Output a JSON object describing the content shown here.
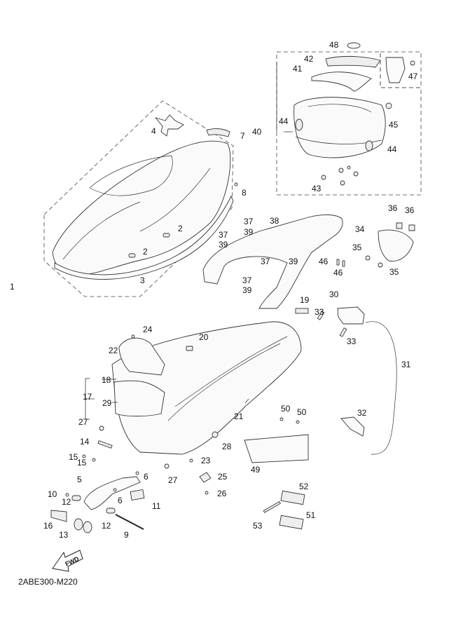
{
  "diagram": {
    "title_code": "2ABE300-M220",
    "fwd_label": "FWD",
    "callouts": [
      {
        "id": "c1",
        "text": "1"
      },
      {
        "id": "c2a",
        "text": "2"
      },
      {
        "id": "c2b",
        "text": "2"
      },
      {
        "id": "c3",
        "text": "3"
      },
      {
        "id": "c4",
        "text": "4"
      },
      {
        "id": "c5",
        "text": "5"
      },
      {
        "id": "c6a",
        "text": "6"
      },
      {
        "id": "c6b",
        "text": "6"
      },
      {
        "id": "c7",
        "text": "7"
      },
      {
        "id": "c8",
        "text": "8"
      },
      {
        "id": "c9",
        "text": "9"
      },
      {
        "id": "c10",
        "text": "10"
      },
      {
        "id": "c11",
        "text": "11"
      },
      {
        "id": "c12a",
        "text": "12"
      },
      {
        "id": "c12b",
        "text": "12"
      },
      {
        "id": "c13",
        "text": "13"
      },
      {
        "id": "c14",
        "text": "14"
      },
      {
        "id": "c15a",
        "text": "15"
      },
      {
        "id": "c15b",
        "text": "15"
      },
      {
        "id": "c16",
        "text": "16"
      },
      {
        "id": "c17",
        "text": "17"
      },
      {
        "id": "c18",
        "text": "18"
      },
      {
        "id": "c19",
        "text": "19"
      },
      {
        "id": "c20",
        "text": "20"
      },
      {
        "id": "c21",
        "text": "21"
      },
      {
        "id": "c22",
        "text": "22"
      },
      {
        "id": "c23",
        "text": "23"
      },
      {
        "id": "c24",
        "text": "24"
      },
      {
        "id": "c25",
        "text": "25"
      },
      {
        "id": "c26",
        "text": "26"
      },
      {
        "id": "c27a",
        "text": "27"
      },
      {
        "id": "c27b",
        "text": "27"
      },
      {
        "id": "c28",
        "text": "28"
      },
      {
        "id": "c29",
        "text": "29"
      },
      {
        "id": "c30",
        "text": "30"
      },
      {
        "id": "c31",
        "text": "31"
      },
      {
        "id": "c32",
        "text": "32"
      },
      {
        "id": "c33a",
        "text": "33"
      },
      {
        "id": "c33b",
        "text": "33"
      },
      {
        "id": "c34",
        "text": "34"
      },
      {
        "id": "c35a",
        "text": "35"
      },
      {
        "id": "c35b",
        "text": "35"
      },
      {
        "id": "c36a",
        "text": "36"
      },
      {
        "id": "c36b",
        "text": "36"
      },
      {
        "id": "c37a",
        "text": "37"
      },
      {
        "id": "c37b",
        "text": "37"
      },
      {
        "id": "c37c",
        "text": "37"
      },
      {
        "id": "c37d",
        "text": "37"
      },
      {
        "id": "c38",
        "text": "38"
      },
      {
        "id": "c39a",
        "text": "39"
      },
      {
        "id": "c39b",
        "text": "39"
      },
      {
        "id": "c39c",
        "text": "39"
      },
      {
        "id": "c39d",
        "text": "39"
      },
      {
        "id": "c40",
        "text": "40"
      },
      {
        "id": "c41",
        "text": "41"
      },
      {
        "id": "c42",
        "text": "42"
      },
      {
        "id": "c43",
        "text": "43"
      },
      {
        "id": "c44a",
        "text": "44"
      },
      {
        "id": "c44b",
        "text": "44"
      },
      {
        "id": "c45",
        "text": "45"
      },
      {
        "id": "c46a",
        "text": "46"
      },
      {
        "id": "c46b",
        "text": "46"
      },
      {
        "id": "c47",
        "text": "47"
      },
      {
        "id": "c48",
        "text": "48"
      },
      {
        "id": "c49",
        "text": "49"
      },
      {
        "id": "c50a",
        "text": "50"
      },
      {
        "id": "c50b",
        "text": "50"
      },
      {
        "id": "c51",
        "text": "51"
      },
      {
        "id": "c52",
        "text": "52"
      },
      {
        "id": "c53",
        "text": "53"
      }
    ]
  }
}
